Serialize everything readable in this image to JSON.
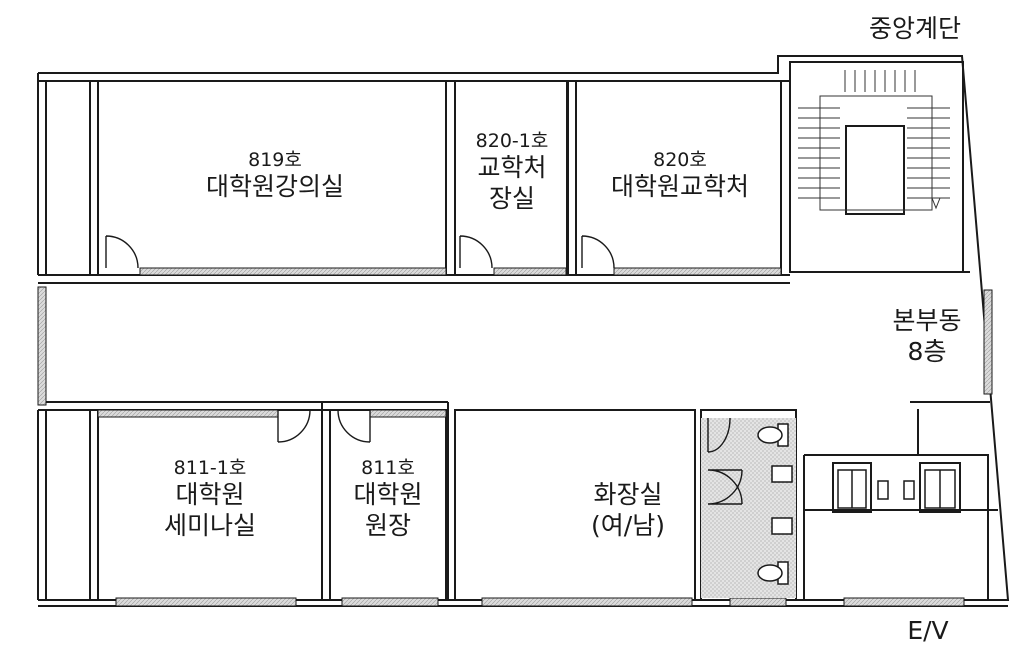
{
  "rooms": [
    {
      "number": "819호",
      "name": "대학원강의실"
    },
    {
      "number": "820-1호",
      "name": "교학처",
      "name2": "장실"
    },
    {
      "number": "820호",
      "name": "대학원교학처"
    },
    {
      "number": "811-1호",
      "name": "대학원",
      "name2": "세미나실"
    },
    {
      "number": "811호",
      "name": "대학원",
      "name2": "원장"
    },
    {
      "number": "",
      "name": "화장실",
      "name2": "(여/남)"
    }
  ],
  "labels": {
    "stairs": "중앙계단",
    "building": "본부동",
    "floor": "8층",
    "elevator": "E/V"
  },
  "colors": {
    "wall": "#1a1a1a",
    "window_fill": "#d9d9d9",
    "restroom_fill": "#e2e2e2"
  }
}
